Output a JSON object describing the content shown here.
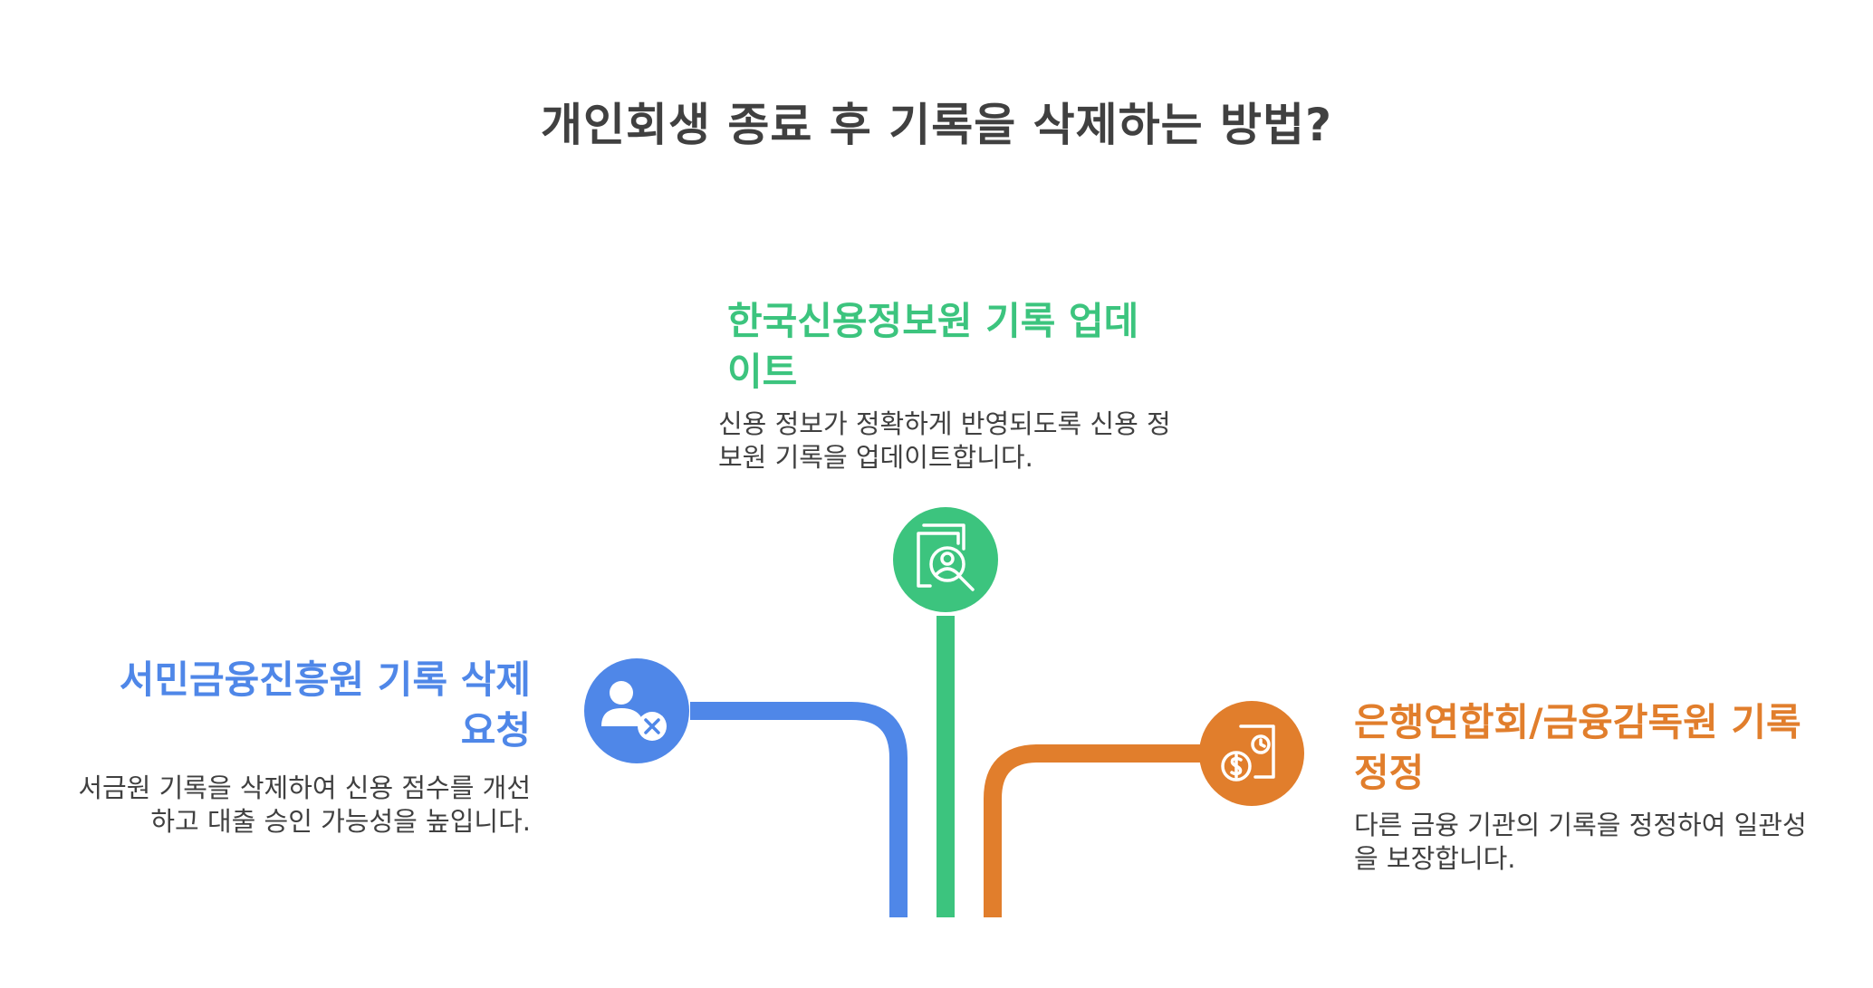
{
  "title": "개인회생 종료 후 기록을 삭제하는 방법?",
  "colors": {
    "title": "#404040",
    "text": "#404040",
    "blue": "#4f87e8",
    "green": "#3cc47e",
    "orange": "#e17e2c"
  },
  "steps": {
    "center": {
      "title": "한국신용정보원 기록 업데이트",
      "description": "신용 정보가 정확하게 반영되도록 신용 정보원 기록을 업데이트합니다.",
      "icon": "document-search-user-icon",
      "color": "#3cc47e"
    },
    "left": {
      "title": "서민금융진흥원 기록 삭제 요청",
      "description": "서금원 기록을 삭제하여 신용 점수를 개선하고 대출 승인 가능성을 높입니다.",
      "icon": "user-remove-icon",
      "color": "#4f87e8"
    },
    "right": {
      "title": "은행연합회/금융감독원 기록 정정",
      "description": "다른 금융 기관의 기록을 정정하여 일관성을 보장합니다.",
      "icon": "financial-document-icon",
      "color": "#e17e2c"
    }
  }
}
